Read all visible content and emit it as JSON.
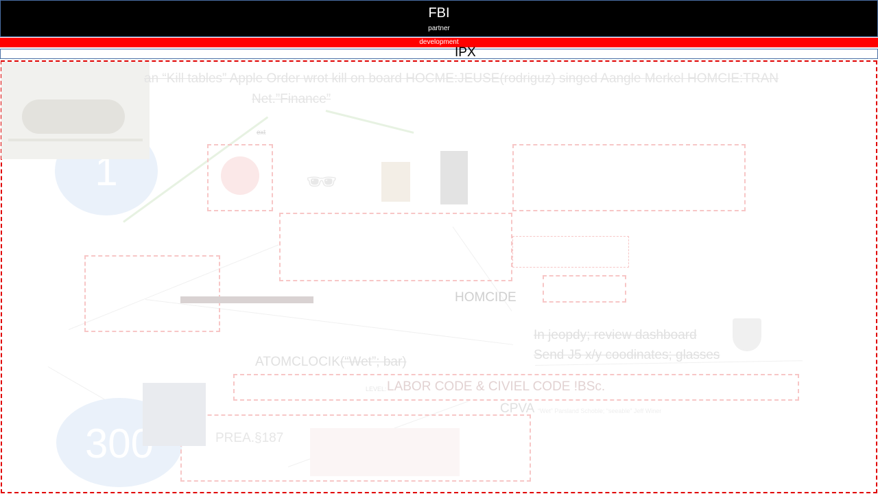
{
  "header": {
    "title": "FBI",
    "subtitle": "partner",
    "band_label": "development",
    "section_label": "IPX"
  },
  "canvas": {
    "headline_line1": "an “Kill tables” Apple Order wrot kill on board HOCME:JEUSE(rodriguz) singed Aangle Merkel HOMCIE:TRAN",
    "headline_line2": "Net.”Finance”",
    "small_label": "ext",
    "circle_one": "1",
    "circle_three_hundred": "300",
    "homicide": "HOMCIDE",
    "status_line1": "In jeopdy; review dashboard",
    "status_line2": "Send J5  x/y coodinates; glasses",
    "atom_prefix": "ATOMCLOCIK",
    "atom_suffix": "(“Wet”; bar)",
    "labor_level": "LEVEL:",
    "labor_code": "LABOR CODE & CIVIEL CODE !BSc.",
    "cpva": "CPVA",
    "cpva_note": "“Wet” Parsland Schoble; “seeable” Jeff Winer",
    "prea": "PREA.§187"
  },
  "colors": {
    "header_bg": "#000000",
    "band_bg": "#ff0000",
    "frame_border": "#e00000",
    "circle_fill": "#eaf1fa"
  }
}
